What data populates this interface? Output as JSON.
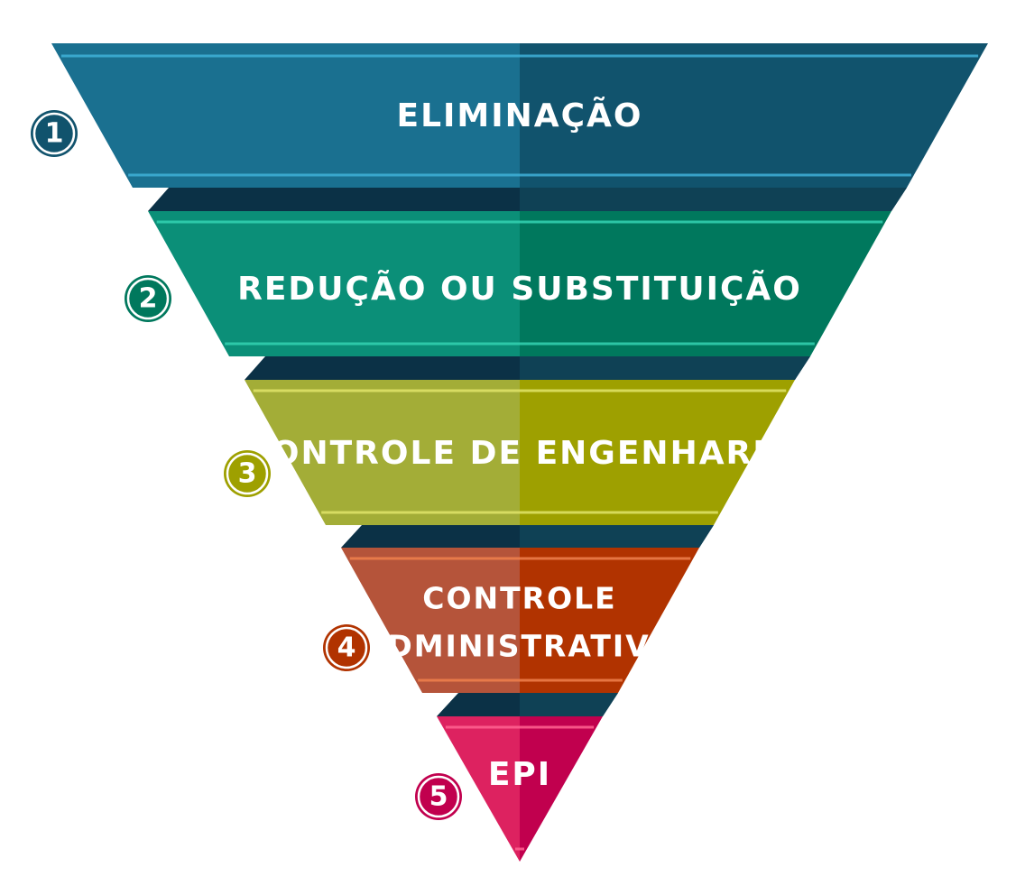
{
  "diagram": {
    "levels": [
      {
        "number": "1",
        "label_lines": [
          "ELIMINAÇÃO"
        ],
        "color_light": "#1a7090",
        "color_dark": "#11536d",
        "stripe_color": "#3fb0d8"
      },
      {
        "number": "2",
        "label_lines": [
          "REDUÇÃO OU SUBSTITUIÇÃO"
        ],
        "color_light": "#0b8f78",
        "color_dark": "#00785d",
        "stripe_color": "#34d2b2"
      },
      {
        "number": "3",
        "label_lines": [
          "CONTROLE DE ENGENHARIA"
        ],
        "color_light": "#a3ad37",
        "color_dark": "#9ea000",
        "stripe_color": "#e0e46a"
      },
      {
        "number": "4",
        "label_lines": [
          "CONTROLE",
          "ADMINISTRATIVO"
        ],
        "color_light": "#b5543a",
        "color_dark": "#b13300",
        "stripe_color": "#f0814d"
      },
      {
        "number": "5",
        "label_lines": [
          "EPI"
        ],
        "color_light": "#dd2260",
        "color_dark": "#c1004e",
        "stripe_color": "#ff6392"
      }
    ],
    "connector_color": "#0b3146",
    "connector_shade": "#0f4155"
  }
}
